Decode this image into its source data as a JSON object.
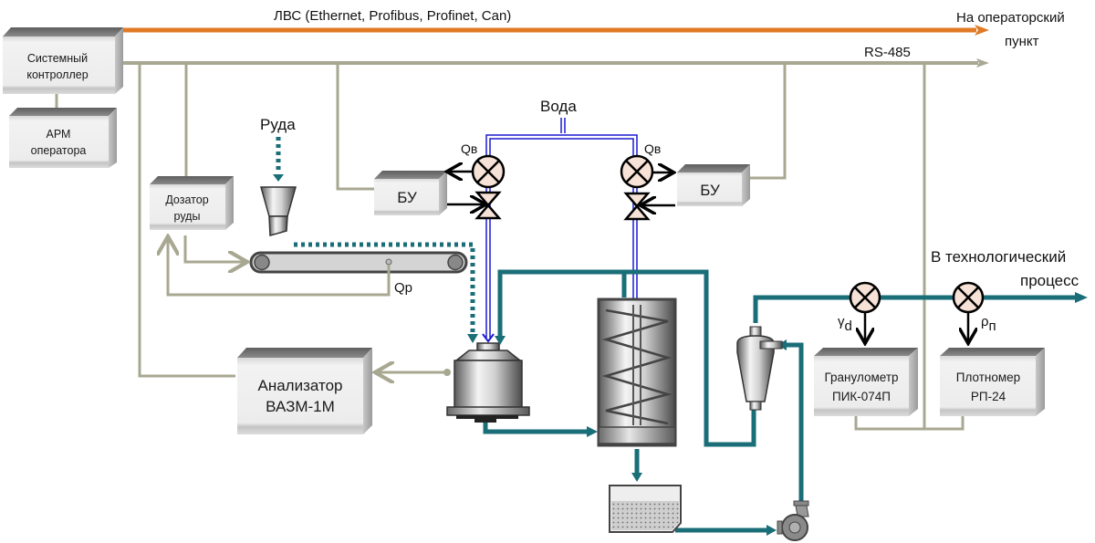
{
  "diagram": {
    "title": "Система автоматизации измельчения руды",
    "buses": {
      "lan_label": "ЛВС (Ethernet, Profibus, Profinet, Can)",
      "lan_target_line1": "На операторский",
      "lan_target_line2": "пункт",
      "rs485_label": "RS-485"
    },
    "blocks": {
      "system_controller": [
        "Системный",
        "контроллер"
      ],
      "operator_workstation": [
        "АРМ",
        "оператора"
      ],
      "ore_feeder": [
        "Дозатор",
        "руды"
      ],
      "control_unit_left": "БУ",
      "control_unit_right": "БУ",
      "analyzer": [
        "Анализатор",
        "ВАЗМ-1М"
      ],
      "granulometer": [
        "Гранулометр",
        "ПИК-074П"
      ],
      "densitometer": [
        "Плотномер",
        "РП-24"
      ]
    },
    "labels": {
      "ore": "Руда",
      "water": "Вода",
      "water_flow_left": "Qв",
      "water_flow_right": "Qв",
      "ore_flow": "Qр",
      "gamma": "γ",
      "gamma_sub": "d",
      "rho": "ρ",
      "rho_sub": "п",
      "process_line1": "В технологический",
      "process_line2": "процесс"
    },
    "colors": {
      "lan": "#e07a24",
      "rs485": "#a8a892",
      "pulp": "#1a6e78",
      "water": "#1a1ad0",
      "sensor_fill": "#f6e2d6",
      "box_front": "#e8e8e8",
      "box_top": "#7a7a7a",
      "box_side": "#b0b0b0"
    }
  }
}
